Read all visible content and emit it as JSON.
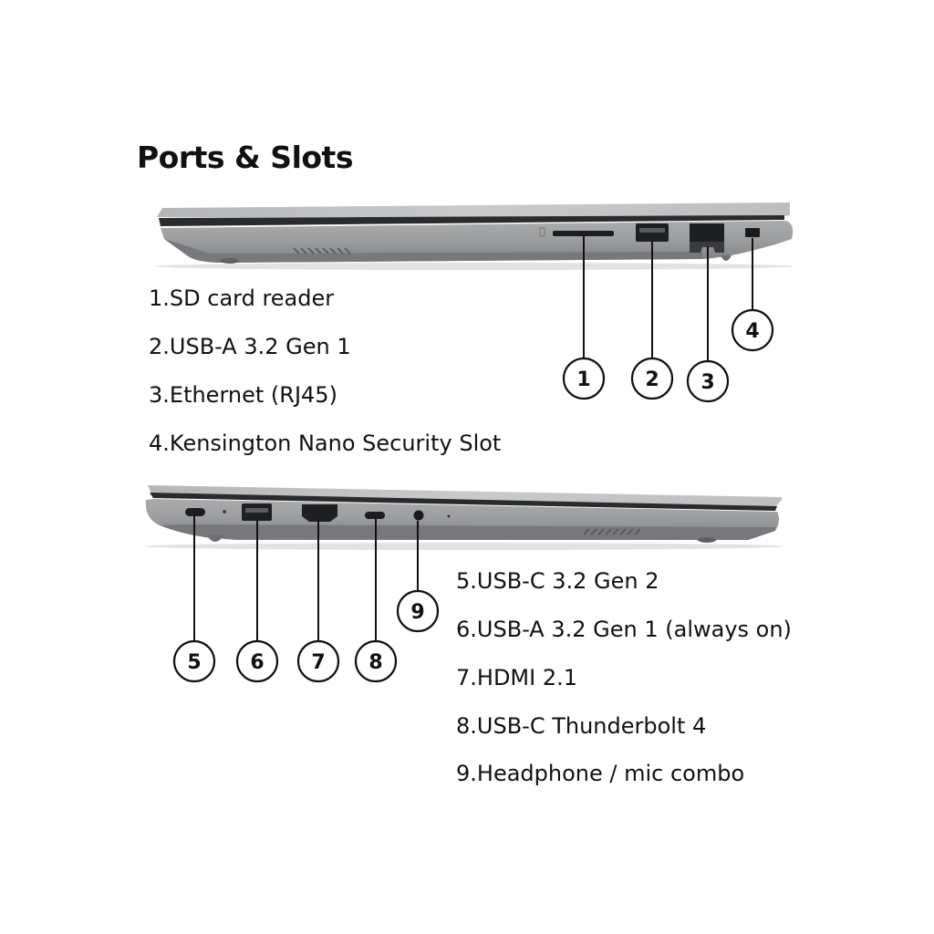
{
  "title": "Ports & Slots",
  "right_side_ports": [
    {
      "number": "1",
      "label": "1.SD card reader"
    },
    {
      "number": "2",
      "label": "2.USB-A 3.2 Gen 1"
    },
    {
      "number": "3",
      "label": "3.Ethernet (RJ45)"
    },
    {
      "number": "4",
      "label": "4.Kensington Nano Security Slot"
    }
  ],
  "left_side_ports": [
    {
      "number": "5",
      "label": "5.USB-C 3.2 Gen 2"
    },
    {
      "number": "6",
      "label": "6.USB-A 3.2 Gen 1 (always on)"
    },
    {
      "number": "7",
      "label": "7.HDMI 2.1"
    },
    {
      "number": "8",
      "label": "8.USB-C Thunderbolt 4"
    },
    {
      "number": "9",
      "label": "9.Headphone / mic combo"
    }
  ]
}
